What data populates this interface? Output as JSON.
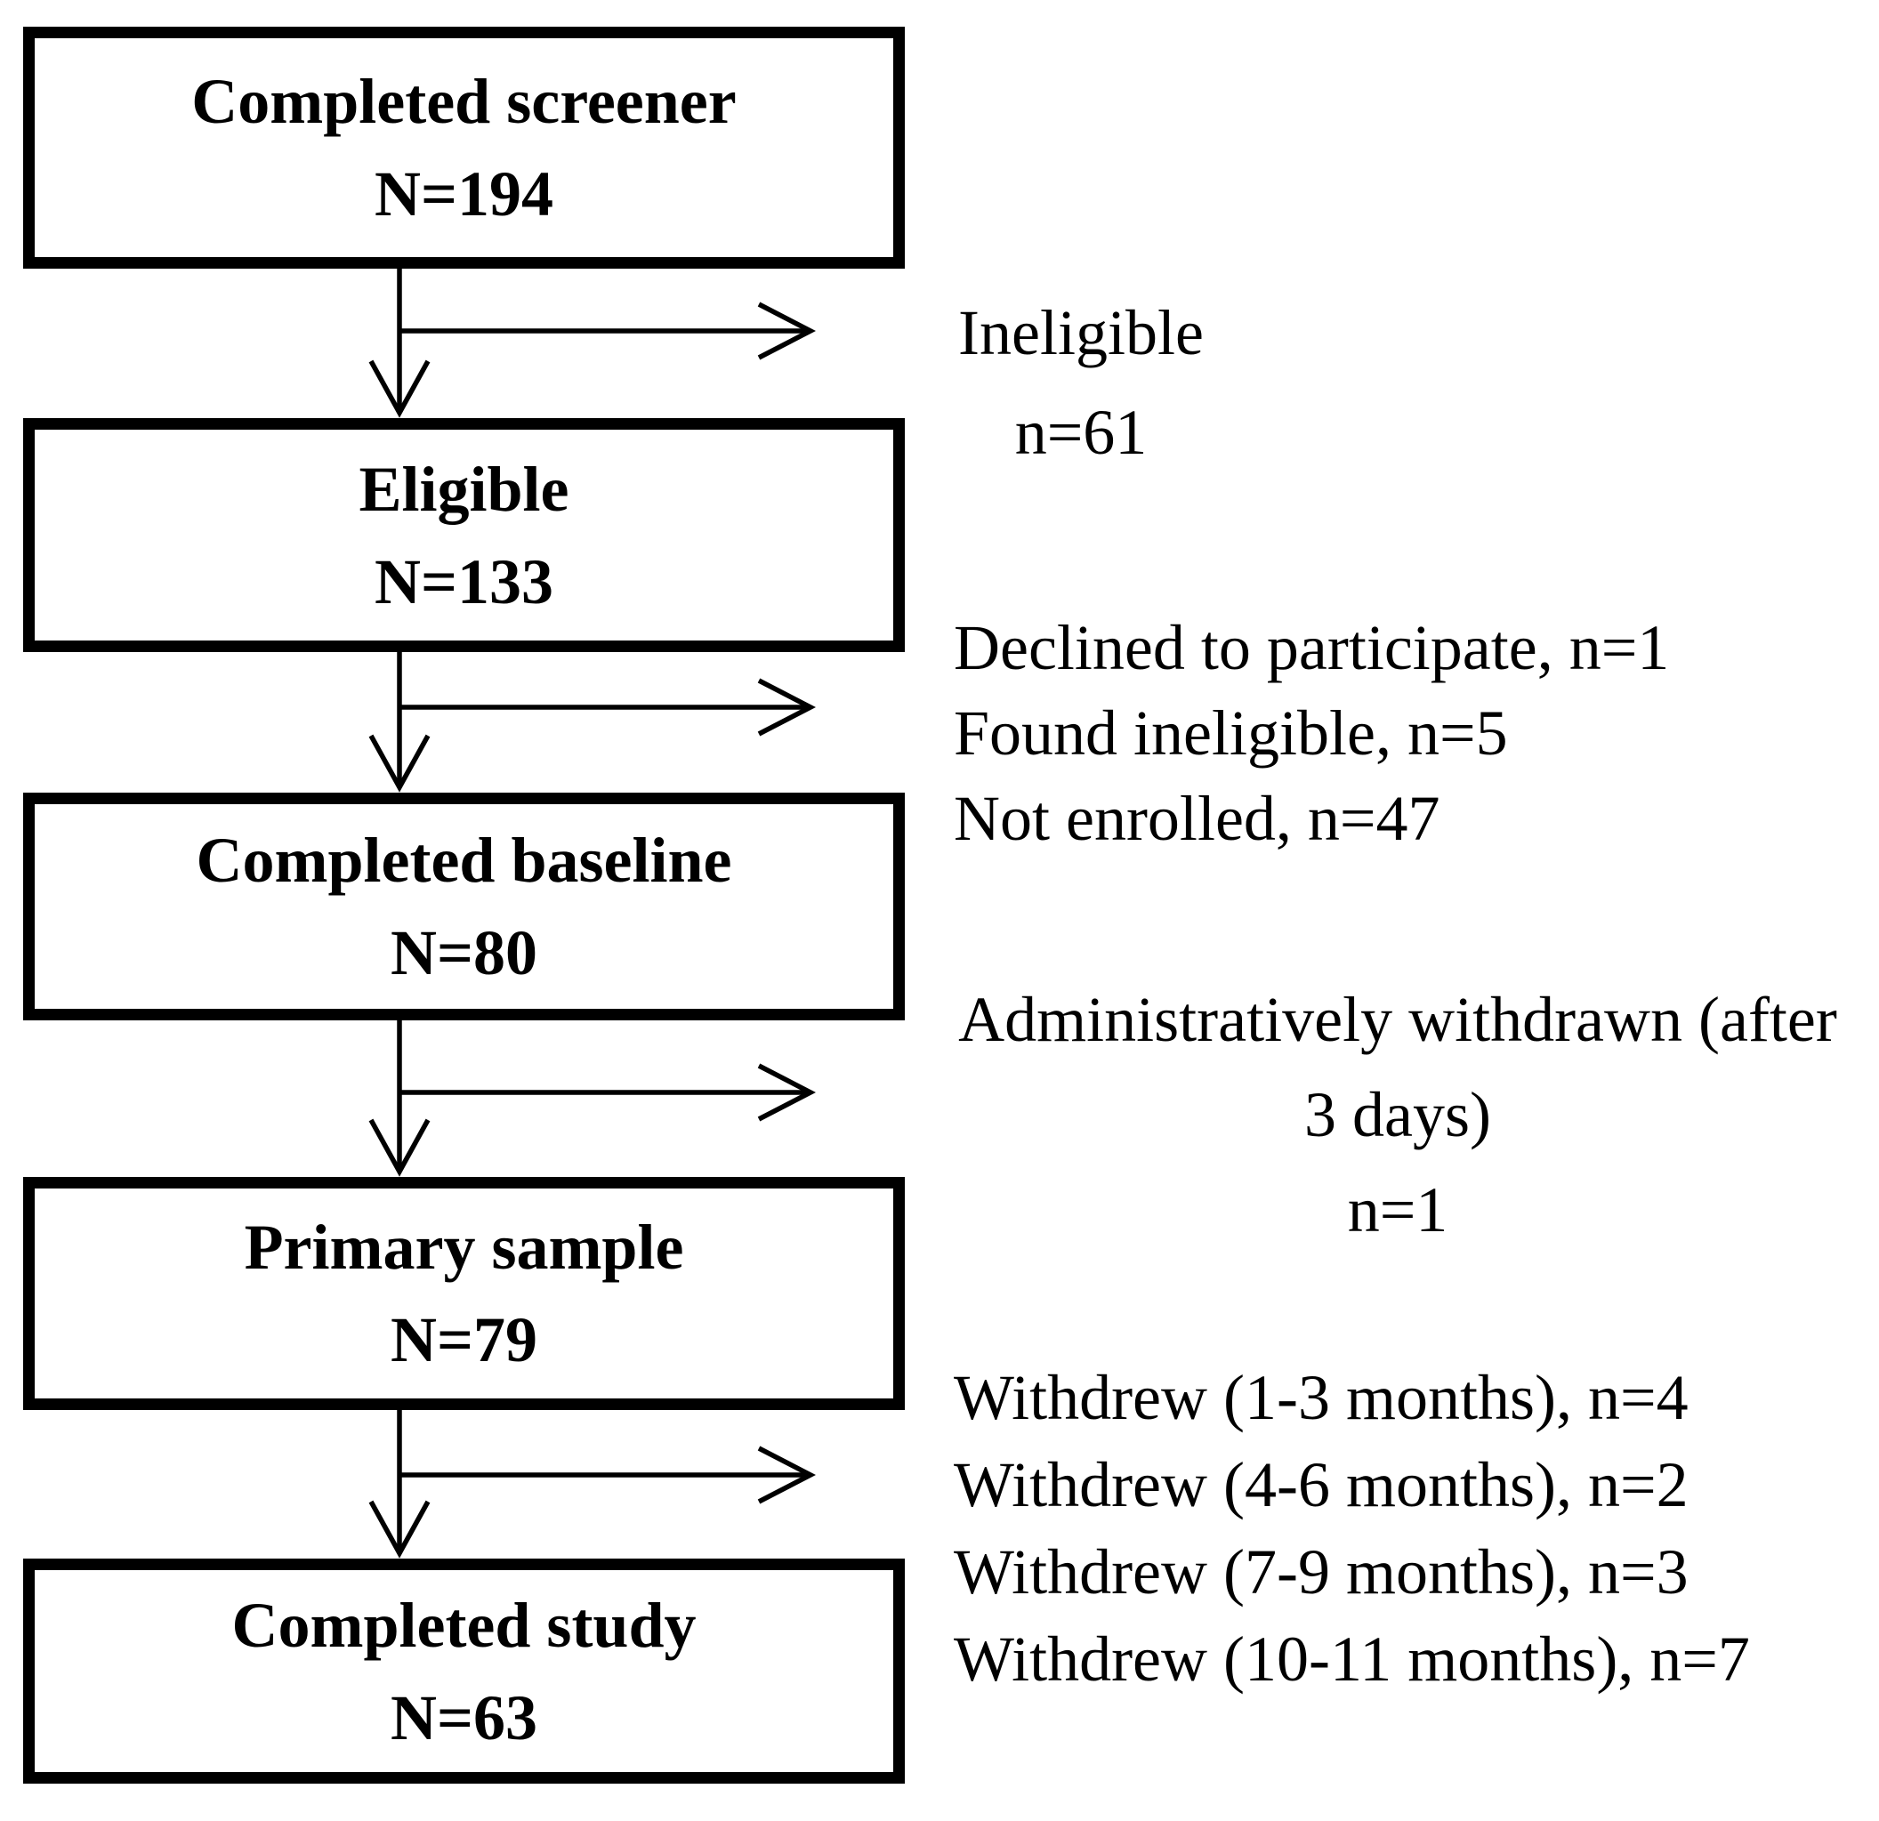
{
  "diagram": {
    "title": "participant-flow-diagram",
    "boxes": [
      {
        "label": "Completed screener",
        "n": "N=194"
      },
      {
        "label": "Eligible",
        "n": "N=133"
      },
      {
        "label": "Completed baseline",
        "n": "N=80"
      },
      {
        "label": "Primary sample",
        "n": "N=79"
      },
      {
        "label": "Completed study",
        "n": "N=63"
      }
    ],
    "side_notes": [
      {
        "lines": [
          "Ineligible",
          "n=61"
        ]
      },
      {
        "lines": [
          "Declined to participate, n=1",
          "Found ineligible, n=5",
          "Not enrolled, n=47"
        ]
      },
      {
        "lines": [
          "Administratively withdrawn (after",
          "3 days)",
          "n=1"
        ]
      },
      {
        "lines": [
          "Withdrew (1-3 months), n=4",
          "Withdrew (4-6 months), n=2",
          "Withdrew (7-9 months), n=3",
          "Withdrew (10-11 months), n=7"
        ]
      }
    ],
    "colors": {
      "line": "#000000",
      "text": "#000000",
      "background": "#ffffff"
    }
  }
}
